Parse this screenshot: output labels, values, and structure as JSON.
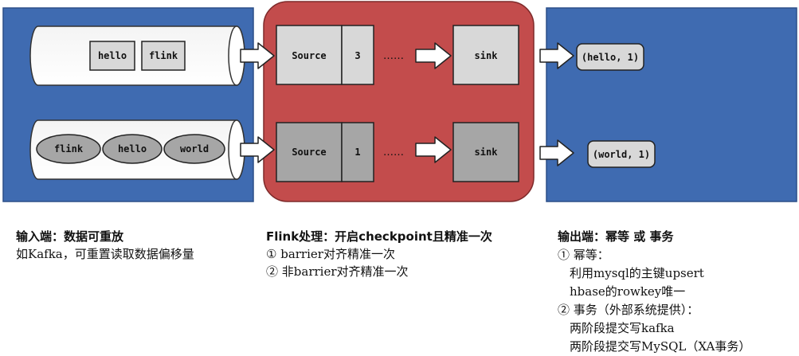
{
  "diagram": {
    "colors": {
      "panel_blue": "#3f6bb1",
      "panel_red": "#c34c4c",
      "box_light": "#d8d8d8",
      "box_dark": "#a6a6a6",
      "arrow_fill": "#ffffff"
    },
    "input_queue_top": [
      "hello",
      "flink"
    ],
    "input_queue_bottom": [
      "flink",
      "hello",
      "world"
    ],
    "pipeline_top": {
      "source": "Source",
      "offset": "3",
      "dots": "……",
      "sink": "sink"
    },
    "pipeline_bottom": {
      "source": "Source",
      "offset": "1",
      "dots": "……",
      "sink": "sink"
    },
    "output_top": "(hello, 1)",
    "output_bottom": "(world, 1)"
  },
  "text": {
    "input": {
      "title": "输入端：数据可重放",
      "lines": [
        "如Kafka，可重置读取数据偏移量"
      ]
    },
    "process": {
      "title": "Flink处理：开启checkpoint且精准一次",
      "lines": [
        "① barrier对齐精准一次",
        "② 非barrier对齐精准一次"
      ]
    },
    "output": {
      "title": "输出端：幂等 或 事务",
      "lines": [
        "① 幂等：",
        "　利用mysql的主键upsert",
        "　hbase的rowkey唯一",
        "② 事务（外部系统提供）：",
        "　两阶段提交写kafka",
        "　两阶段提交写MySQL（XA事务）"
      ]
    }
  }
}
